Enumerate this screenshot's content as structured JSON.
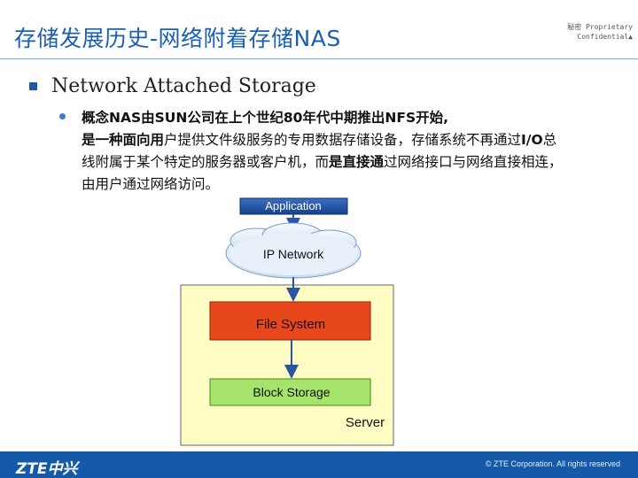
{
  "slide": {
    "title": "存储发展历史-网络附着存储NAS",
    "classification": "秘密 Proprietary Confidential▲"
  },
  "content": {
    "heading": "Network Attached Storage",
    "concept_parts": [
      "概念NAS由SUN公司在上个世纪80年代中期推出NFS开始,",
      "是一种面向用",
      "户提供文件级服务的专用数据存储设备，存储系统不再通过",
      "I/O",
      "总线附属于某个特定的服务器或客户机，而",
      "是直接通",
      "过网络接口与网络直接相连，由用户通过网络访问。"
    ]
  },
  "diagram": {
    "application": "Application",
    "network": "IP Network",
    "file_system": "File System",
    "block_storage": "Block Storage",
    "server": "Server",
    "colors": {
      "application_fill": "#1a4fa0",
      "cloud_fill": "#e3eef9",
      "server_fill": "#fffcc4",
      "file_system_fill": "#e8471c",
      "block_storage_fill": "#a6e36a",
      "arrow": "#2a55a0"
    }
  },
  "footer": {
    "logo": "ZTE中兴",
    "copyright": "© ZTE Corporation. All rights reserved"
  }
}
